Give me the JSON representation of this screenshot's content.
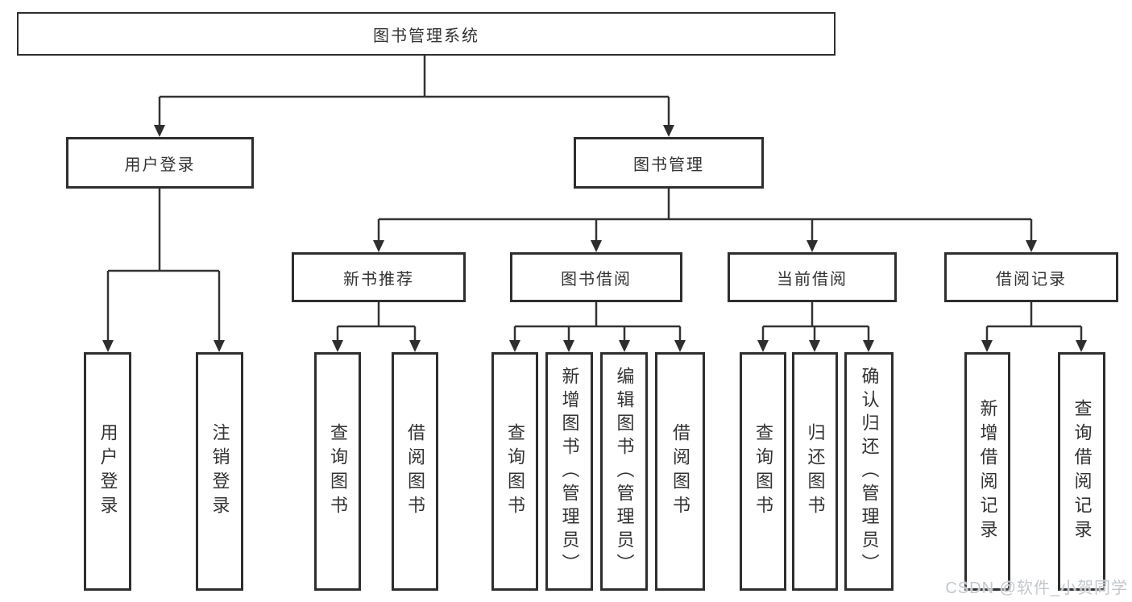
{
  "colors": {
    "line": "#333333",
    "box_border": "#2e2e2e",
    "text": "#333333",
    "background": "#ffffff",
    "watermark": "#c3c8cd"
  },
  "tree": {
    "root": "图书管理系统",
    "branches": [
      {
        "label": "用户登录",
        "children": [
          "用户登录",
          "注销登录"
        ]
      },
      {
        "label": "图书管理",
        "sections": [
          {
            "label": "新书推荐",
            "children": [
              "查询图书",
              "借阅图书"
            ]
          },
          {
            "label": "图书借阅",
            "children": [
              "查询图书",
              "新增图书（管理员）",
              "编辑图书（管理员）",
              "借阅图书"
            ]
          },
          {
            "label": "当前借阅",
            "children": [
              "查询图书",
              "归还图书",
              "确认归还（管理员）"
            ]
          },
          {
            "label": "借阅记录",
            "children": [
              "新增借阅记录",
              "查询借阅记录"
            ]
          }
        ]
      }
    ]
  },
  "watermark": "CSDN @软件_小贺同学"
}
